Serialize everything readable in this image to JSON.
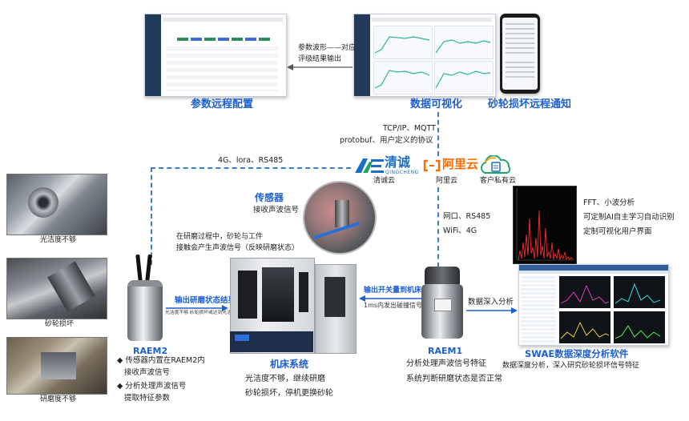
{
  "top": {
    "remote_config_label": "参数远程配置",
    "data_visual_label": "数据可视化",
    "wheel_notice_label": "砂轮损坏远程通知",
    "wave_note_line1": "参数波形——对应",
    "wave_note_line2": "评级结果输出"
  },
  "protocols": {
    "line1": "TCP/IP、MQTT",
    "line2": "protobuf、用户定义的协议"
  },
  "network": {
    "left_link": "4G、lora、RS485",
    "right_link_line1": "网口、RS485",
    "right_link_line2": "WiFi、4G"
  },
  "clouds": {
    "qingcheng_name": "清诚",
    "qingcheng_pinyin": "QINGCHENG",
    "qingcheng_caption": "清诚云",
    "aliyun_name": "阿里云",
    "aliyun_caption": "阿里云",
    "private_caption": "客户私有云"
  },
  "sensor": {
    "title": "传感器",
    "subtitle": "接收声波信号"
  },
  "process_note": {
    "line1": "在研磨过程中，砂轮与工件",
    "line2": "接触会产生声波信号（反映研磨状态）"
  },
  "left_photos": {
    "caption1": "光洁度不够",
    "caption2": "砂轮损坏",
    "caption3": "研磨度不够"
  },
  "raem2": {
    "output_label": "输出研磨状态结果",
    "output_sub": "光洁度不够 砂轮损坏或达到光洁度等",
    "name": "RAEM2",
    "bullet1": "传感器内置在RAEM2内",
    "bullet1_cont": "接收声波信号",
    "bullet2": "分析处理声波信号",
    "bullet2_cont": "提取特征参数"
  },
  "machine": {
    "title": "机床系统",
    "line1": "光洁度不够，继续研磨",
    "line2": "砂轮损坏，停机更换砂轮"
  },
  "raem1": {
    "switch_label": "输出开关量到机床",
    "switch_sub": "1ms内发出碰撞信号",
    "name": "RAEM1",
    "line1": "分析处理声波信号特征",
    "line2": "系统判断研磨状态是否正常",
    "deep_label": "数据深入分析"
  },
  "swae": {
    "feat1": "FFT、小波分析",
    "feat2": "可定制AI自主学习自动识别",
    "feat3": "定制可视化用户界面",
    "title": "SWAE数据深度分析软件",
    "subtitle": "数据深度分析，深入研究砂轮损坏信号特征"
  },
  "colors": {
    "accent_blue": "#1c5fd0",
    "dash_blue": "#3a7bd5",
    "ali_orange": "#ff6a00",
    "qc_blue": "#1a6fc4",
    "qc_green": "#21a366"
  }
}
